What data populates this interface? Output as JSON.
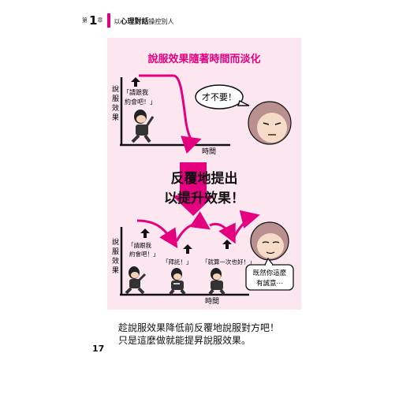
{
  "chapter": {
    "prefix": "第",
    "number": "1",
    "suffix": "章",
    "title_a": "以",
    "title_b": "心理對話",
    "title_c": "操控別人"
  },
  "panel": {
    "title": "說服效果隨著時間而淡化",
    "top": {
      "ylabel": [
        "說",
        "服",
        "效",
        "果"
      ],
      "speech": [
        "「請跟我",
        "約會吧！」"
      ],
      "reply": "才不要！",
      "xlabel": "時間"
    },
    "middle": {
      "lines": [
        "反覆地提出",
        "以提升效果！"
      ]
    },
    "bottom": {
      "ylabel": [
        "說",
        "服",
        "效",
        "果"
      ],
      "speech1": [
        "「請跟我",
        "約會吧！」"
      ],
      "speech2": "「拜託！」",
      "speech3": "「就算一次也好！」",
      "reply": [
        "既然你這麼",
        "有誠意⋯"
      ],
      "xlabel": "時間"
    }
  },
  "caption": [
    "趁說服效果降低前反覆地說服對方吧！",
    "只是這麼做就能提昇說服效果。"
  ],
  "page_number": "17",
  "colors": {
    "accent": "#e4007f",
    "panel_bg": "#fce7f0"
  }
}
